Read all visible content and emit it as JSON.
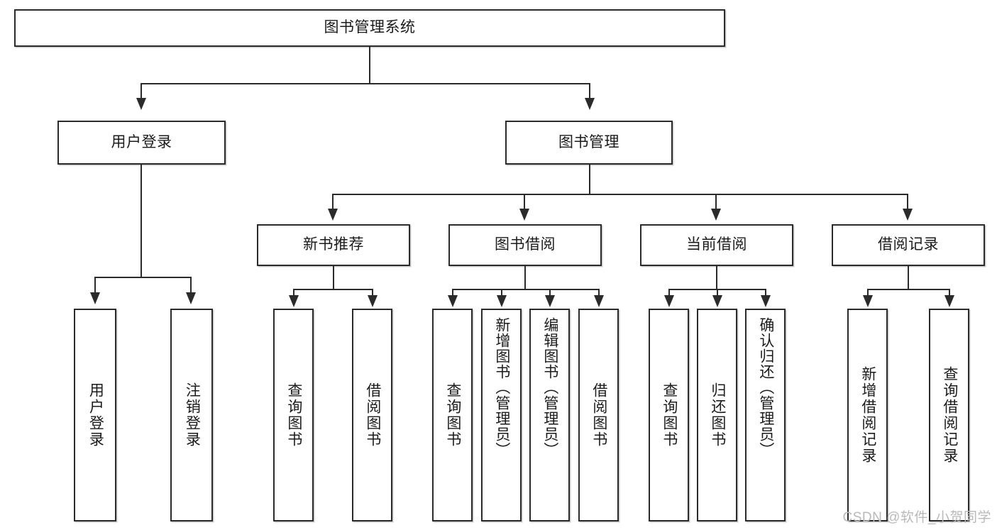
{
  "diagram": {
    "title": "图书管理系统",
    "watermark": "CSDN @软件_小贺同学",
    "root": {
      "label": "图书管理系统"
    },
    "level2": [
      {
        "label": "用户登录"
      },
      {
        "label": "图书管理"
      }
    ],
    "level3": [
      {
        "label": "新书推荐"
      },
      {
        "label": "图书借阅"
      },
      {
        "label": "当前借阅"
      },
      {
        "label": "借阅记录"
      }
    ],
    "leaves": {
      "user_login": [
        {
          "label": "用户登录"
        },
        {
          "label": "注销登录"
        }
      ],
      "new_book": [
        {
          "label": "查询图书"
        },
        {
          "label": "借阅图书"
        }
      ],
      "book_borrow": [
        {
          "label": "查询图书"
        },
        {
          "label": "新增图书（管理员）"
        },
        {
          "label": "编辑图书（管理员）"
        },
        {
          "label": "借阅图书"
        }
      ],
      "current_borrow": [
        {
          "label": "查询图书"
        },
        {
          "label": "归还图书"
        },
        {
          "label": "确认归还（管理员）"
        }
      ],
      "borrow_record": [
        {
          "label": "新增借阅记录"
        },
        {
          "label": "查询借阅记录"
        }
      ]
    },
    "colors": {
      "stroke": "#2b2b2b",
      "fill": "#ffffff",
      "text": "#1b1b1b",
      "watermark": "#b9b9b9"
    }
  }
}
